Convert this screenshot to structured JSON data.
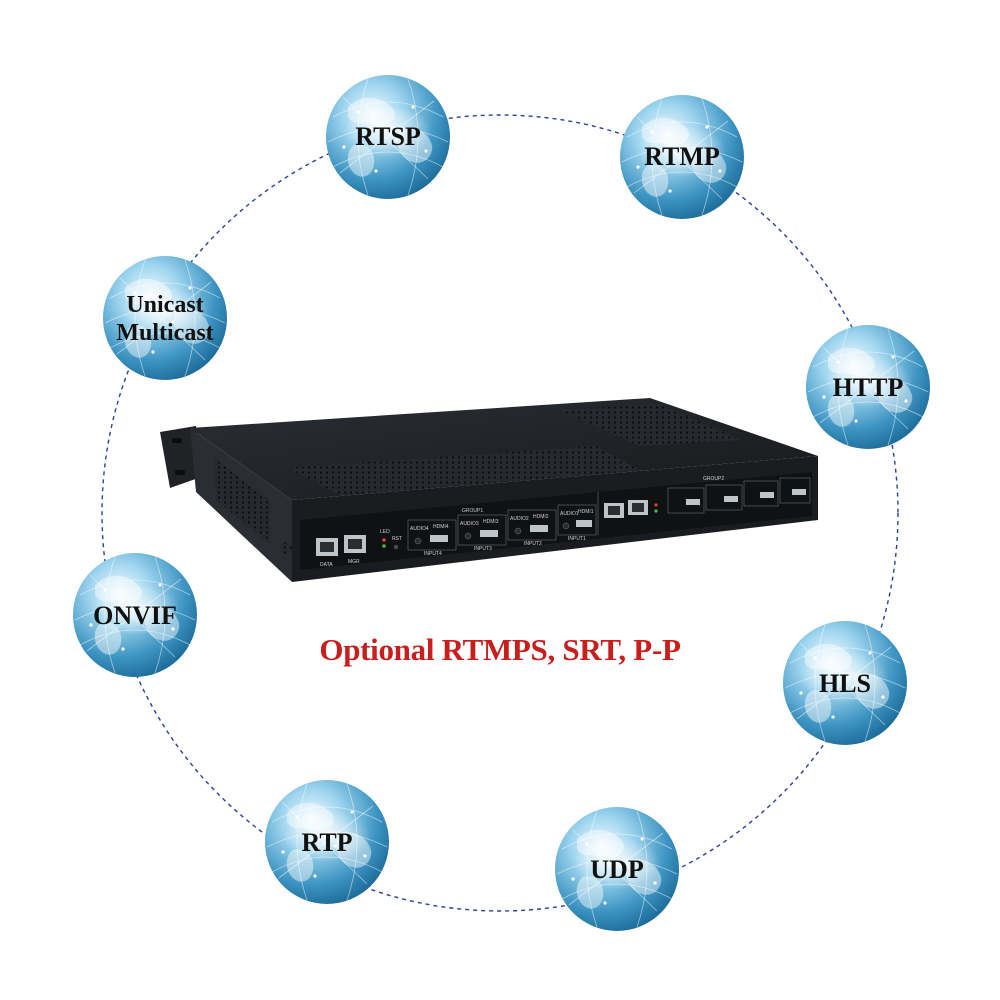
{
  "headline": "Optional RTMPS, SRT, P-P",
  "colors": {
    "headline": "#c81e1e",
    "ring": "#2b3f9e",
    "globe_light": "#e8f6fd",
    "globe_mid": "#7ec4e6",
    "globe_dark": "#1f6f9d",
    "device_body": "#1e2024"
  },
  "protocols": [
    {
      "id": "rtsp",
      "lines": [
        "RTSP"
      ]
    },
    {
      "id": "rtmp",
      "lines": [
        "RTMP"
      ]
    },
    {
      "id": "unicast-multicast",
      "lines": [
        "Unicast",
        "Multicast"
      ]
    },
    {
      "id": "http",
      "lines": [
        "HTTP"
      ]
    },
    {
      "id": "onvif",
      "lines": [
        "ONVIF"
      ]
    },
    {
      "id": "hls",
      "lines": [
        "HLS"
      ]
    },
    {
      "id": "rtp",
      "lines": [
        "RTP"
      ]
    },
    {
      "id": "udp",
      "lines": [
        "UDP"
      ]
    }
  ],
  "device": {
    "group_labels": [
      "GROUP1",
      "GROUP2"
    ],
    "lan_labels": [
      "DATA",
      "MGR"
    ],
    "led_label": "LED",
    "rst_label": "RST",
    "audio_labels": [
      "AUDIO4",
      "AUDIO3",
      "AUDIO2",
      "AUDIO1"
    ],
    "hdmi_labels": [
      "HDMI4",
      "HDMI3",
      "HDMI2",
      "HDMI1"
    ],
    "input_labels": [
      "INPUT4",
      "INPUT3",
      "INPUT2",
      "INPUT1"
    ]
  }
}
